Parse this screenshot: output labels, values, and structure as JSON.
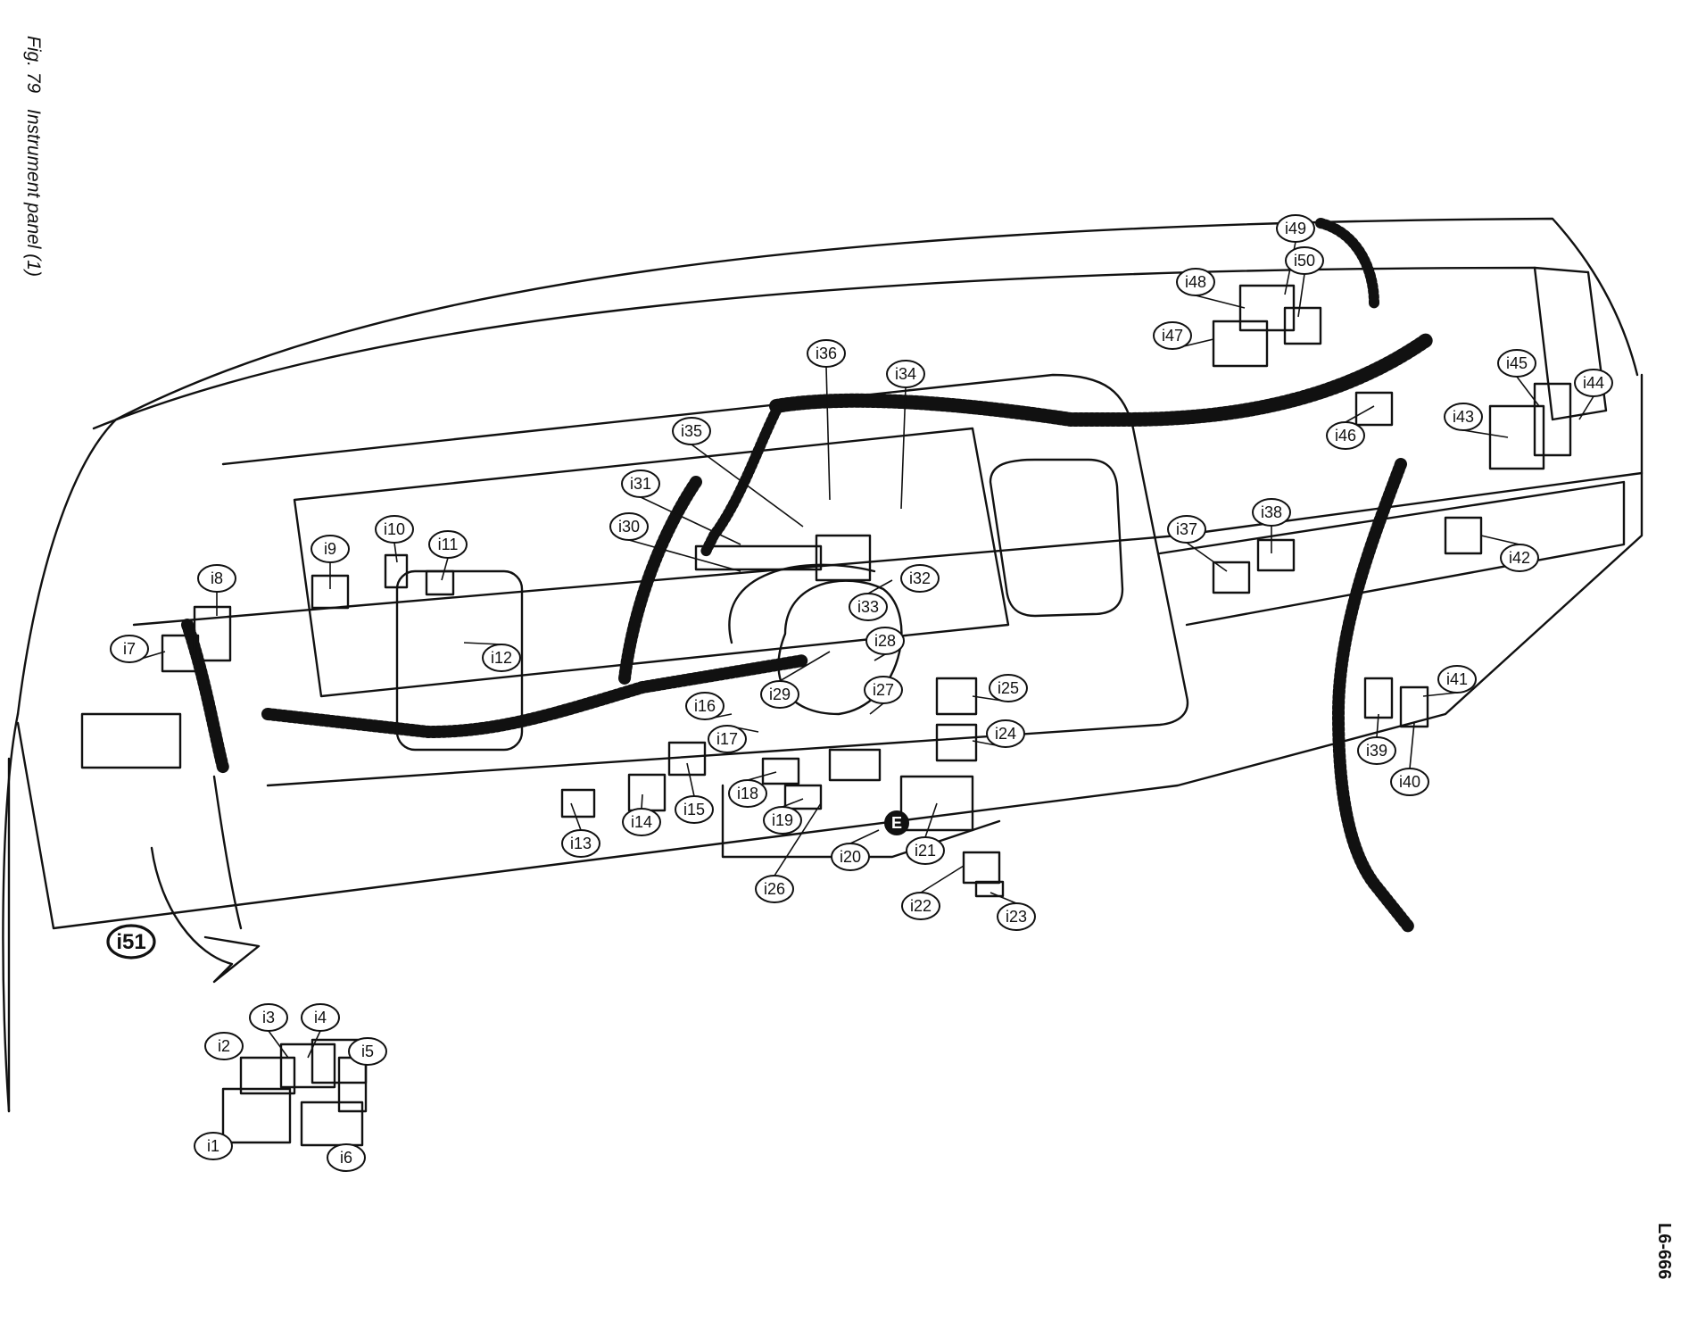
{
  "figure": {
    "number": "Fig. 79",
    "title": "Instrument panel (1)",
    "reference": "L6-666"
  },
  "callouts": [
    {
      "id": "i1"
    },
    {
      "id": "i2"
    },
    {
      "id": "i3"
    },
    {
      "id": "i4"
    },
    {
      "id": "i5"
    },
    {
      "id": "i6"
    },
    {
      "id": "i7"
    },
    {
      "id": "i8"
    },
    {
      "id": "i9"
    },
    {
      "id": "i10"
    },
    {
      "id": "i11"
    },
    {
      "id": "i12"
    },
    {
      "id": "i13"
    },
    {
      "id": "i14"
    },
    {
      "id": "i15"
    },
    {
      "id": "i16"
    },
    {
      "id": "i17"
    },
    {
      "id": "i18"
    },
    {
      "id": "i19"
    },
    {
      "id": "i20"
    },
    {
      "id": "i21"
    },
    {
      "id": "i22"
    },
    {
      "id": "i23"
    },
    {
      "id": "i24"
    },
    {
      "id": "i25"
    },
    {
      "id": "i26"
    },
    {
      "id": "i27"
    },
    {
      "id": "i28"
    },
    {
      "id": "i29"
    },
    {
      "id": "i30"
    },
    {
      "id": "i31"
    },
    {
      "id": "i32"
    },
    {
      "id": "i33"
    },
    {
      "id": "i34"
    },
    {
      "id": "i35"
    },
    {
      "id": "i36"
    },
    {
      "id": "i37"
    },
    {
      "id": "i38"
    },
    {
      "id": "i39"
    },
    {
      "id": "i40"
    },
    {
      "id": "i41"
    },
    {
      "id": "i42"
    },
    {
      "id": "i43"
    },
    {
      "id": "i44"
    },
    {
      "id": "i45"
    },
    {
      "id": "i46"
    },
    {
      "id": "i47"
    },
    {
      "id": "i48"
    },
    {
      "id": "i49"
    },
    {
      "id": "i50"
    },
    {
      "id": "i51"
    },
    {
      "id": "E"
    }
  ]
}
